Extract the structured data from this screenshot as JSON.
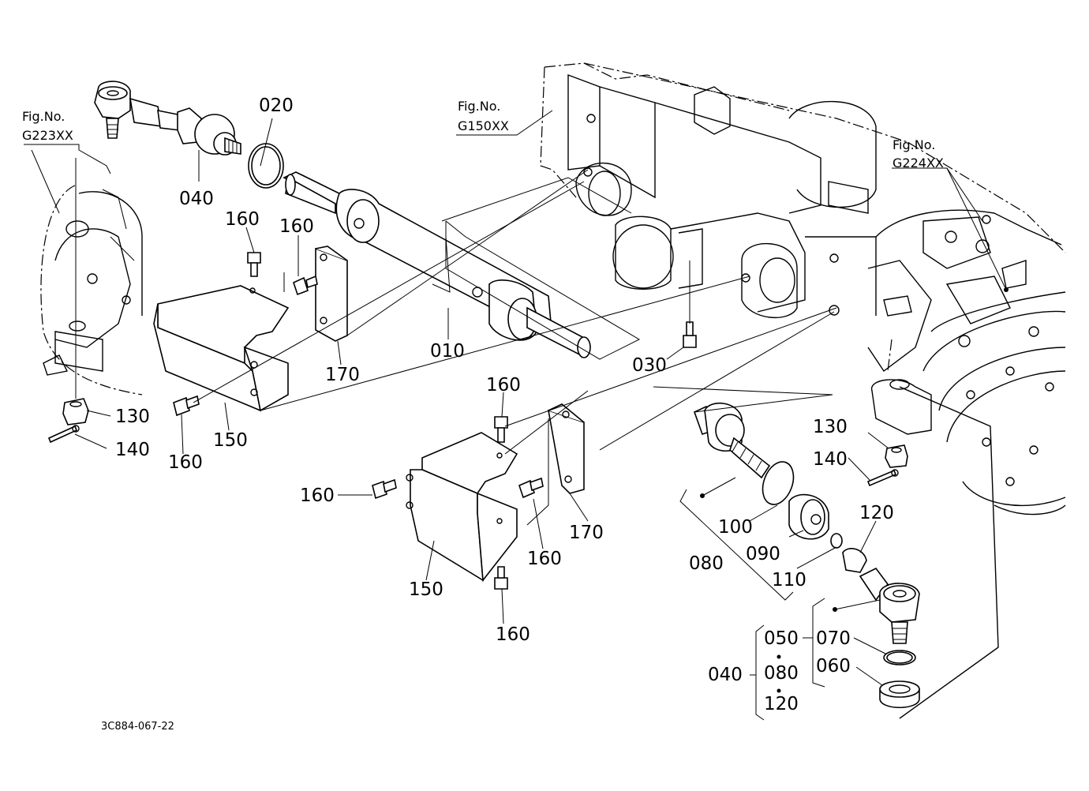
{
  "figure_refs": {
    "g223": {
      "line1": "Fig.No.",
      "line2": "G223XX"
    },
    "g150": {
      "line1": "Fig.No.",
      "line2": "G150XX"
    },
    "g224": {
      "line1": "Fig.No.",
      "line2": "G224XX"
    }
  },
  "callouts": {
    "p010": "010",
    "p020": "020",
    "p030": "030",
    "p040_top": "040",
    "p040_group": "040",
    "p050": "050",
    "p060": "060",
    "p070": "070",
    "p080_group": "080",
    "p080_main": "080",
    "p090": "090",
    "p100": "100",
    "p110": "110",
    "p120_group": "120",
    "p120_main": "120",
    "p130_left": "130",
    "p130_right": "130",
    "p140_left": "140",
    "p140_right": "140",
    "p150_top": "150",
    "p150_bottom": "150",
    "p160_a": "160",
    "p160_b": "160",
    "p160_c": "160",
    "p160_d": "160",
    "p160_e": "160",
    "p160_f": "160",
    "p160_g": "160",
    "p170_top": "170",
    "p170_bottom": "170"
  },
  "drawing_code": "3C884-067-22"
}
